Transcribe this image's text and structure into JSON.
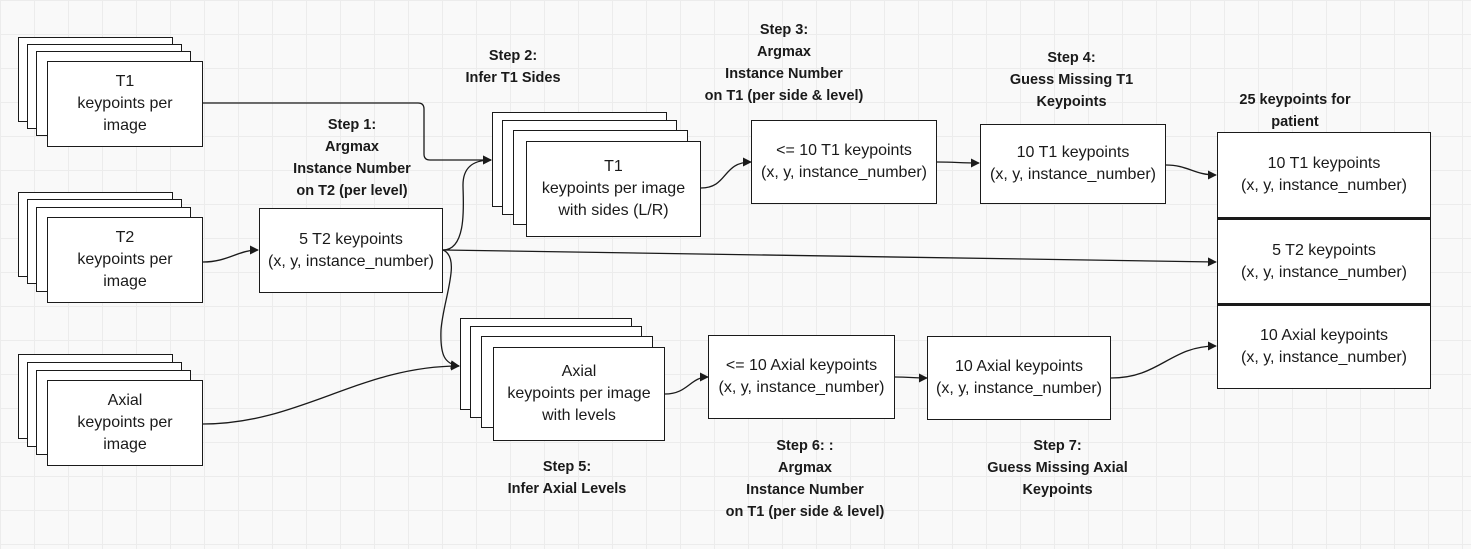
{
  "inputs": {
    "t1": [
      "T1",
      "keypoints per",
      "image"
    ],
    "t2": [
      "T2",
      "keypoints per",
      "image"
    ],
    "axial": [
      "Axial",
      "keypoints per",
      "image"
    ]
  },
  "step1": {
    "label": [
      "Step 1:",
      "Argmax",
      "Instance Number",
      "on T2 (per level)"
    ],
    "box": [
      "5 T2 keypoints",
      "(x, y, instance_number)"
    ]
  },
  "step2": {
    "label": [
      "Step 2:",
      "Infer T1 Sides"
    ],
    "box": [
      "T1",
      "keypoints per image",
      "with sides (L/R)"
    ]
  },
  "step3": {
    "label": [
      "Step 3:",
      "Argmax",
      "Instance Number",
      "on T1 (per side & level)"
    ],
    "box": [
      "<= 10 T1 keypoints",
      "(x, y, instance_number)"
    ]
  },
  "step4": {
    "label": [
      "Step 4:",
      "Guess Missing T1",
      "Keypoints"
    ],
    "box": [
      "10 T1 keypoints",
      "(x, y, instance_number)"
    ]
  },
  "step5": {
    "label": [
      "Step 5:",
      "Infer Axial Levels"
    ],
    "box": [
      "Axial",
      "keypoints per image",
      "with levels"
    ]
  },
  "step6": {
    "label": [
      "Step 6: :",
      "Argmax",
      "Instance Number",
      "on T1 (per side & level)"
    ],
    "box": [
      "<= 10 Axial keypoints",
      "(x, y, instance_number)"
    ]
  },
  "step7": {
    "label": [
      "Step 7:",
      "Guess Missing Axial",
      "Keypoints"
    ],
    "box": [
      "10 Axial keypoints",
      "(x, y, instance_number)"
    ]
  },
  "result": {
    "label": [
      "25 keypoints for",
      "patient"
    ],
    "rows": [
      [
        "10 T1 keypoints",
        "(x, y, instance_number)"
      ],
      [
        "5 T2 keypoints",
        "(x, y, instance_number)"
      ],
      [
        "10 Axial keypoints",
        "(x, y, instance_number)"
      ]
    ]
  },
  "colors": {
    "stroke": "#1a1a1a",
    "box_fill": "#ffffff",
    "background": "#f9f9f9",
    "grid": "#ececec"
  }
}
